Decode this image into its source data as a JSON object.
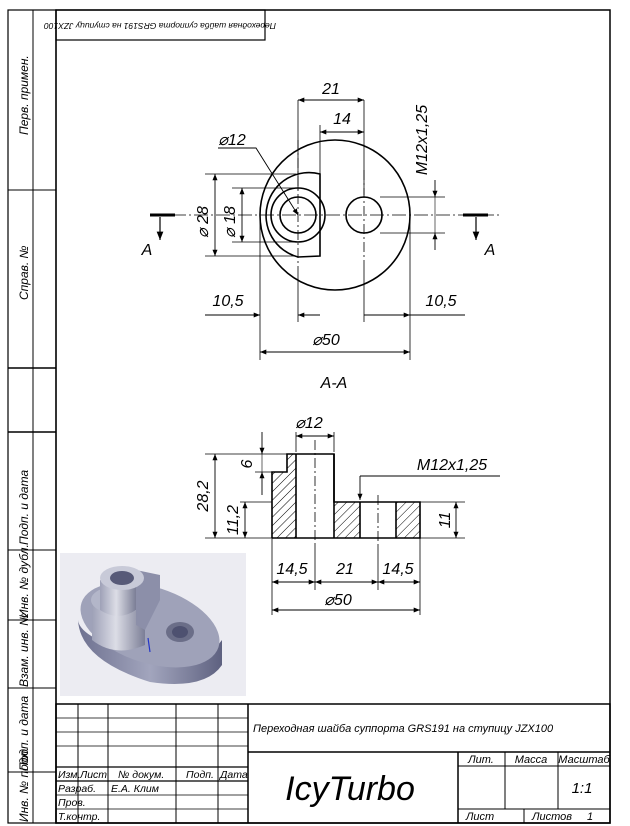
{
  "sidebar": {
    "perv_primen": "Перв. примен.",
    "sprav_no": "Справ. №",
    "podp_i_data_1": "Подп. и дата",
    "inv_no_dubl": "Инв. № дубл.",
    "vzam_inv_no": "Взам. инв. №",
    "podp_i_data_2": "Подп. и дата",
    "inv_no_podl": "Инв. № подл."
  },
  "top_stamp": "Переходная шайба суппорта GRS191 на ступицу JZX100",
  "plan_view": {
    "dim_21": "21",
    "dim_14": "14",
    "dia_12": "⌀12",
    "thread": "M12x1,25",
    "dia_28": "⌀ 28",
    "dia_18": "⌀ 18",
    "dim_10_5_left": "10,5",
    "dim_10_5_right": "10,5",
    "dia_50": "⌀50",
    "section_letter_left": "A",
    "section_letter_right": "A"
  },
  "section_title": "A-A",
  "section_view": {
    "dia_12": "⌀12",
    "dim_6": "6",
    "dim_28_2": "28,2",
    "dim_11_2": "11,2",
    "thread": "M12x1,25",
    "dim_11": "11",
    "dim_14_5_left": "14,5",
    "dim_21": "21",
    "dim_14_5_right": "14,5",
    "dia_50": "⌀50"
  },
  "title_block": {
    "name": "Переходная шайба суппорта GRS191 на ступицу JZX100",
    "org": "IcyTurbo",
    "col_izm": "Изм.",
    "col_list": "Лист",
    "col_doc_no": "№ докум.",
    "col_podp": "Подп.",
    "col_data": "Дата",
    "row_razrab": "Разраб.",
    "razrab_name": "Е.А. Клим",
    "row_prov": "Пров.",
    "row_tkontr": "Т.контр.",
    "lit": "Лит.",
    "massa": "Масса",
    "masshtab": "Масштаб",
    "scale_value": "1:1",
    "list_label": "Лист",
    "listov_label": "Листов",
    "listov_value": "1"
  },
  "colors": {
    "line": "#000000",
    "part_body": "#7a7d95",
    "part_light": "#c2c4d2",
    "photo_bg": "#ececf2"
  }
}
